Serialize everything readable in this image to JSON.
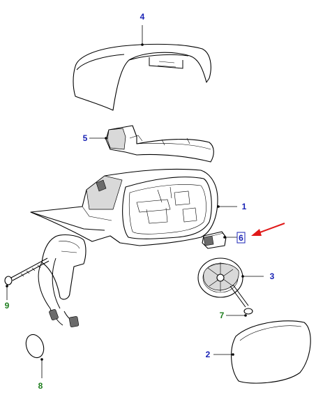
{
  "colors": {
    "label_blue": "#1a23b5",
    "label_green": "#1d7d1d",
    "highlight_arrow": "#e01919"
  },
  "callouts": [
    {
      "id": "p1",
      "label": "1"
    },
    {
      "id": "p2",
      "label": "2"
    },
    {
      "id": "p3",
      "label": "3"
    },
    {
      "id": "p4",
      "label": "4"
    },
    {
      "id": "p5",
      "label": "5"
    },
    {
      "id": "p6",
      "label": "6"
    },
    {
      "id": "p7",
      "label": "7"
    },
    {
      "id": "p8",
      "label": "8"
    },
    {
      "id": "p9",
      "label": "9"
    }
  ],
  "highlighted_part": "6"
}
